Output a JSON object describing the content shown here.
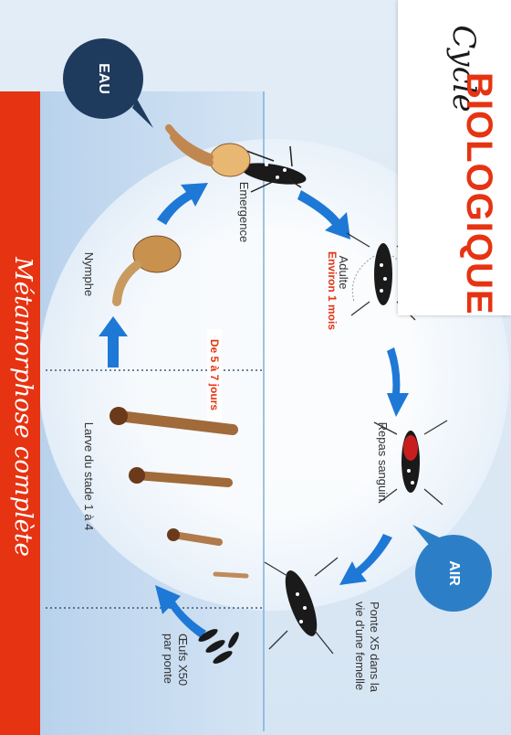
{
  "title": {
    "line1": "Cycle",
    "line2": "BIOLOGIQUE"
  },
  "banner": "Métamorphose complète",
  "zones": {
    "water": "EAU",
    "air": "AIR"
  },
  "stages": {
    "emergence": "Emergence",
    "adult": "Adulte",
    "adult_duration": "Environ 1 mois",
    "blood_meal": "Repas sanguin",
    "laying": "Ponte X5 dans la\nvie d'une femelle",
    "eggs": "Œufs X50\npar ponte",
    "larva": "Larve du stade 1 à 4",
    "nymph": "Nymphe",
    "water_duration": "De 5 à 7 jours"
  },
  "colors": {
    "accent_red": "#e63312",
    "arrow_blue": "#1e78d6",
    "badge_navy": "#1e3a5c",
    "badge_blue": "#2c7fc7"
  }
}
